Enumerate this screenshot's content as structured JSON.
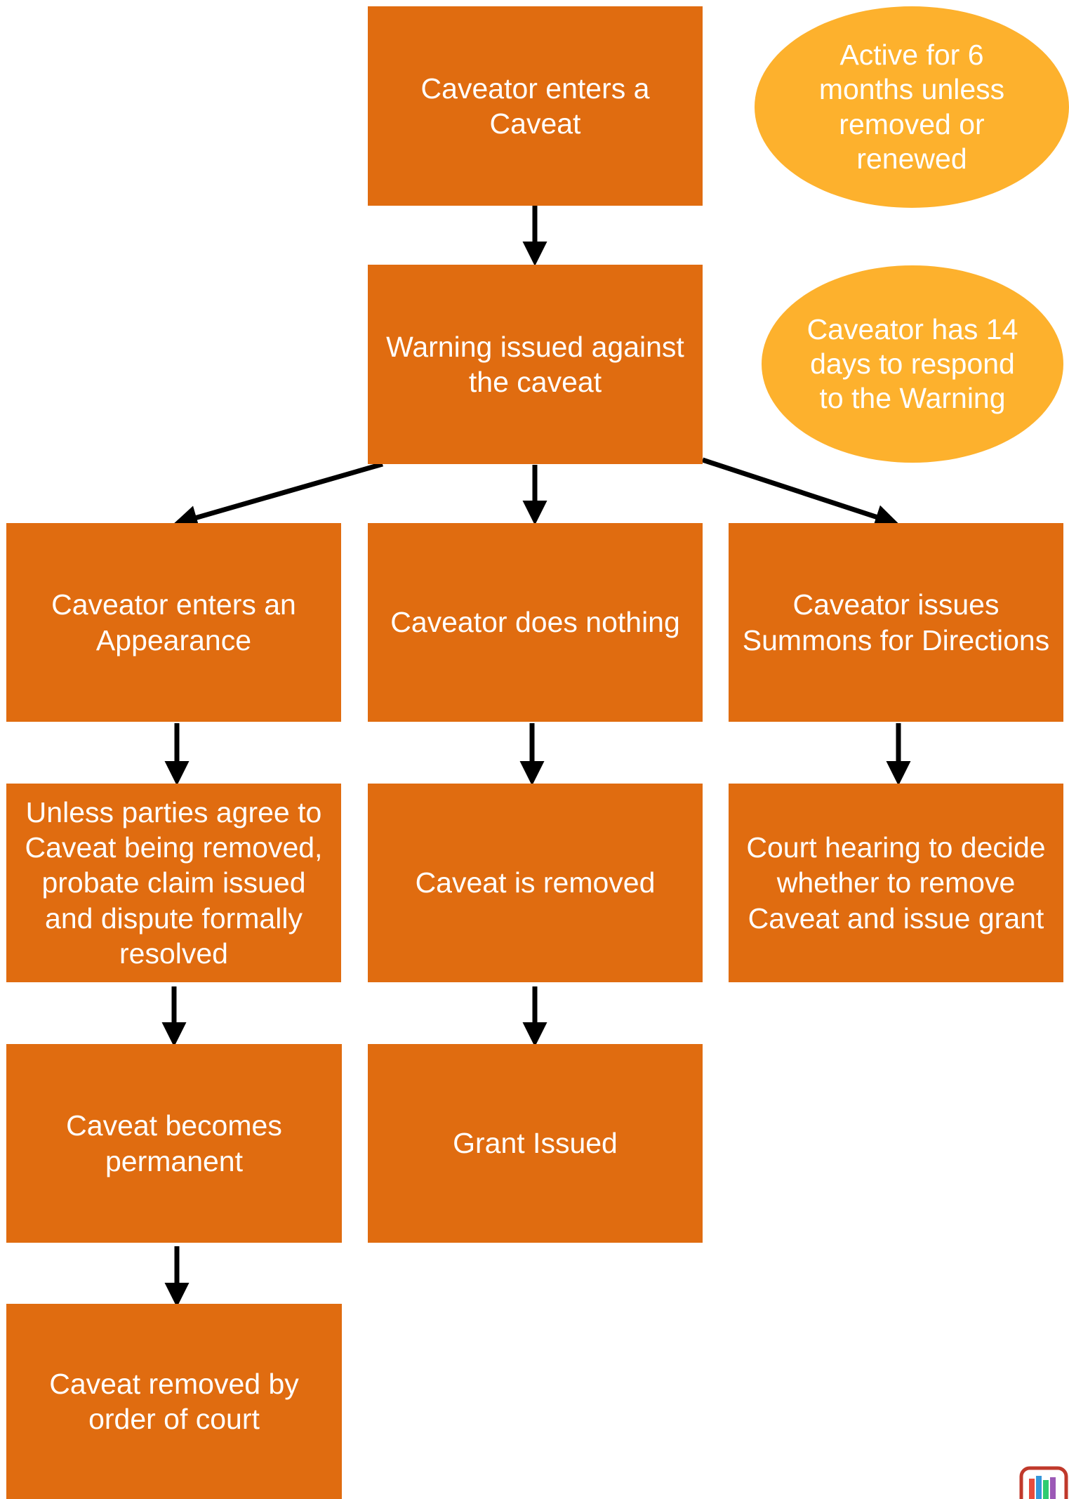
{
  "colors": {
    "box": "#e06c10",
    "ellipse": "#fdb12d",
    "arrow": "#000000",
    "text": "#ffffff"
  },
  "nodes": {
    "enter_caveat": "Caveator enters a\nCaveat",
    "active_note": "Active for 6\nmonths unless\nremoved or\nrenewed",
    "warning": "Warning issued against\nthe caveat",
    "respond_note": "Caveator has 14\ndays to respond\nto the Warning",
    "appearance": "Caveator enters an\nAppearance",
    "does_nothing": "Caveator does nothing",
    "summons": "Caveator issues\nSummons for Directions",
    "probate_claim": "Unless parties agree to\nCaveat being removed,\nprobate claim issued\nand dispute formally\nresolved",
    "removed": "Caveat is removed",
    "court_hearing": "Court hearing to decide\nwhether to remove\nCaveat and issue grant",
    "permanent": "Caveat becomes\npermanent",
    "grant": "Grant Issued",
    "removed_by_court": "Caveat removed by\norder of court"
  },
  "edges": [
    {
      "from": "enter_caveat",
      "to": "warning"
    },
    {
      "from": "warning",
      "to": "appearance"
    },
    {
      "from": "warning",
      "to": "does_nothing"
    },
    {
      "from": "warning",
      "to": "summons"
    },
    {
      "from": "appearance",
      "to": "probate_claim"
    },
    {
      "from": "does_nothing",
      "to": "removed"
    },
    {
      "from": "summons",
      "to": "court_hearing"
    },
    {
      "from": "probate_claim",
      "to": "permanent"
    },
    {
      "from": "removed",
      "to": "grant"
    },
    {
      "from": "permanent",
      "to": "removed_by_court"
    }
  ],
  "logo": {
    "icon": "brand-logo-icon"
  }
}
